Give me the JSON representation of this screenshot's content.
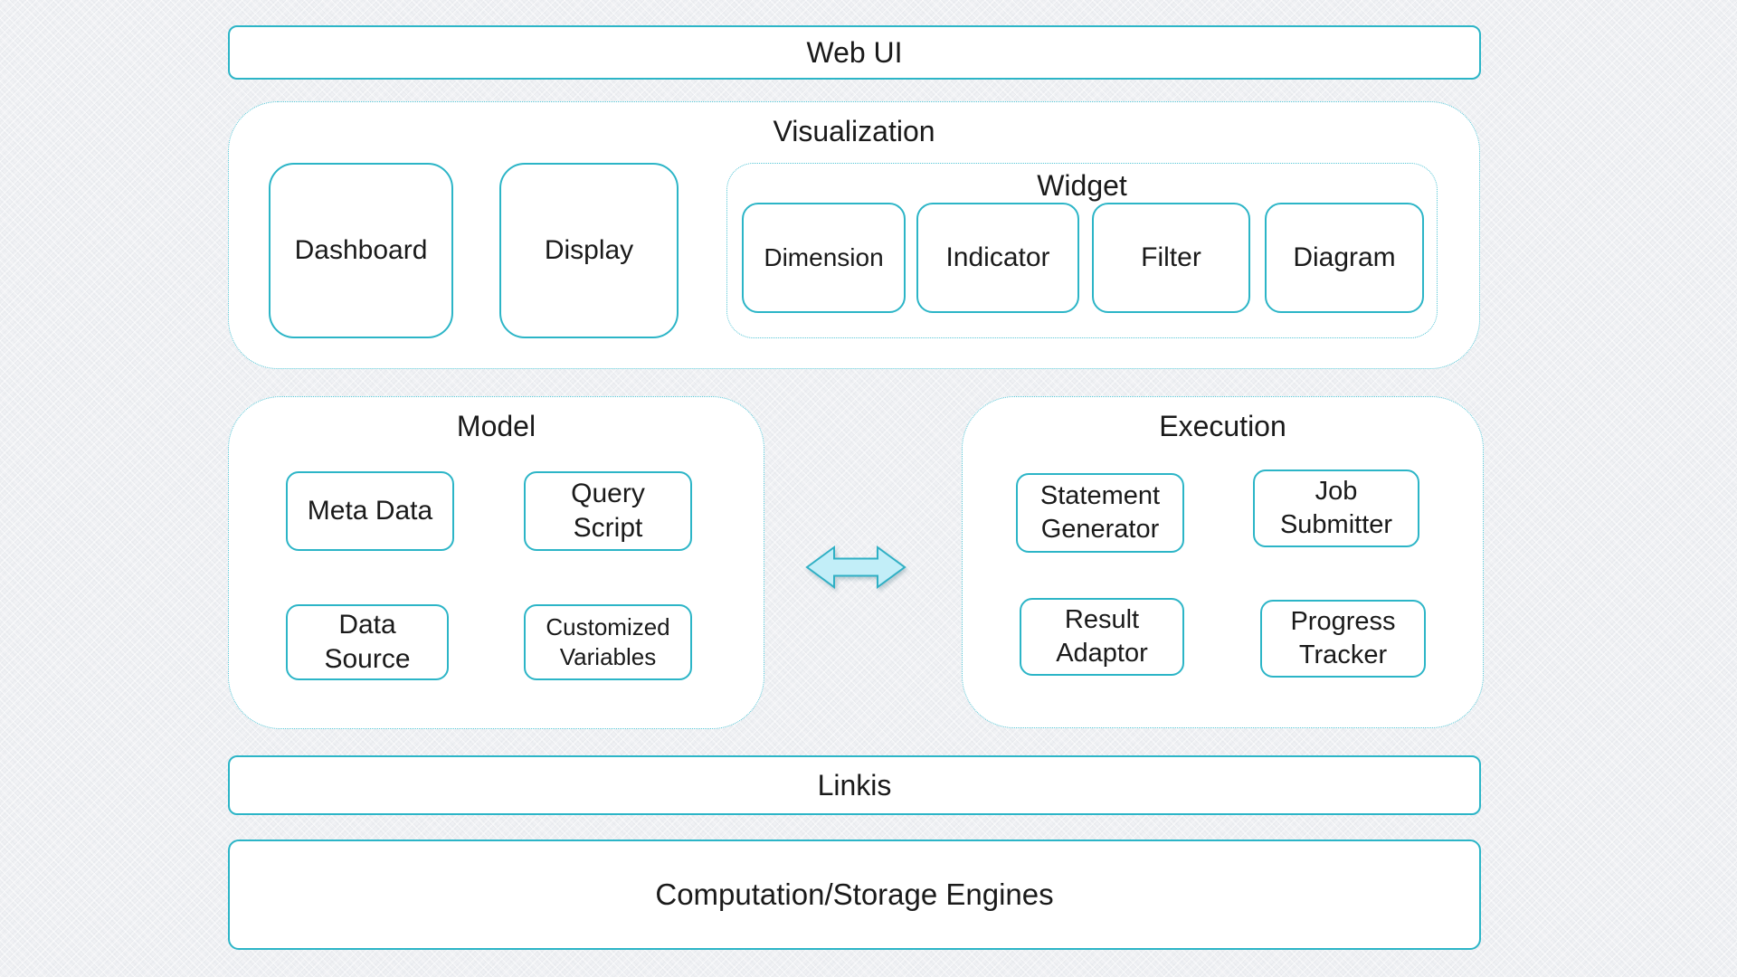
{
  "theme": {
    "background": "#f0f1f4",
    "box_fill": "#ffffff",
    "solid_border": "#2cb5c7",
    "dotted_border": "#55c6d6",
    "text": "#1a1a1a",
    "arrow_fill": "#c2eef8",
    "arrow_stroke": "#30b0c5"
  },
  "diagram": {
    "web_ui": {
      "label": "Web UI"
    },
    "visualization": {
      "title": "Visualization",
      "dashboard": "Dashboard",
      "display": "Display",
      "widget": {
        "title": "Widget",
        "items": [
          "Dimension",
          "Indicator",
          "Filter",
          "Diagram"
        ]
      }
    },
    "model": {
      "title": "Model",
      "items": [
        "Meta Data",
        "Query Script",
        "Data Source",
        "Customized Variables"
      ]
    },
    "execution": {
      "title": "Execution",
      "items": [
        "Statement Generator",
        "Job Submitter",
        "Result Adaptor",
        "Progress Tracker"
      ]
    },
    "arrow": {
      "icon": "double-horizontal-arrow"
    },
    "linkis": {
      "label": "Linkis"
    },
    "engines": {
      "label": "Computation/Storage Engines"
    }
  }
}
